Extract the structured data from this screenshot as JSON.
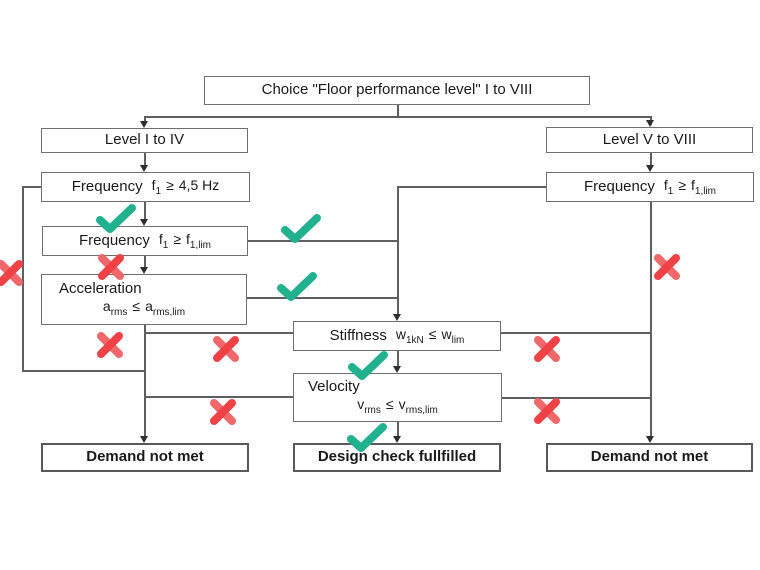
{
  "diagram": {
    "choice": {
      "label": "Choice \"Floor performance level\" I to VIII"
    },
    "level_left": {
      "label": "Level I to IV"
    },
    "level_right": {
      "label": "Level V to VIII"
    },
    "freq_45": {
      "label": "Frequency",
      "lhs": "f",
      "lhs_sub": "1",
      "op": "≥",
      "rhs": "4,5 Hz"
    },
    "freq_lim_left": {
      "label": "Frequency",
      "lhs": "f",
      "lhs_sub": "1",
      "op": "≥",
      "rhs": "f",
      "rhs_sub": "1,lim"
    },
    "freq_lim_right": {
      "label": "Frequency",
      "lhs": "f",
      "lhs_sub": "1",
      "op": "≥",
      "rhs": "f",
      "rhs_sub": "1,lim"
    },
    "acceleration": {
      "label": "Acceleration",
      "lhs": "a",
      "lhs_sub": "rms",
      "op": "≤",
      "rhs": "a",
      "rhs_sub": "rms,lim"
    },
    "stiffness": {
      "label": "Stiffness",
      "lhs": "w",
      "lhs_sub": "1kN",
      "op": "≤",
      "rhs": "w",
      "rhs_sub": "lim"
    },
    "velocity": {
      "label": "Velocity",
      "lhs": "v",
      "lhs_sub": "rms",
      "op": "≤",
      "rhs": "v",
      "rhs_sub": "rms,lim"
    },
    "outcome_left": {
      "label": "Demand not met"
    },
    "outcome_center": {
      "label": "Design check fullfilled"
    },
    "outcome_right": {
      "label": "Demand not met"
    },
    "icons": {
      "pass": "check-icon",
      "fail": "cross-icon"
    },
    "colors": {
      "pass_check": "#22b18f",
      "fail_cross": "#ee464b",
      "box_border": "#6f6f6f",
      "connector": "#5f5f5f",
      "text": "#1a1a1a",
      "background": "#ffffff"
    }
  }
}
